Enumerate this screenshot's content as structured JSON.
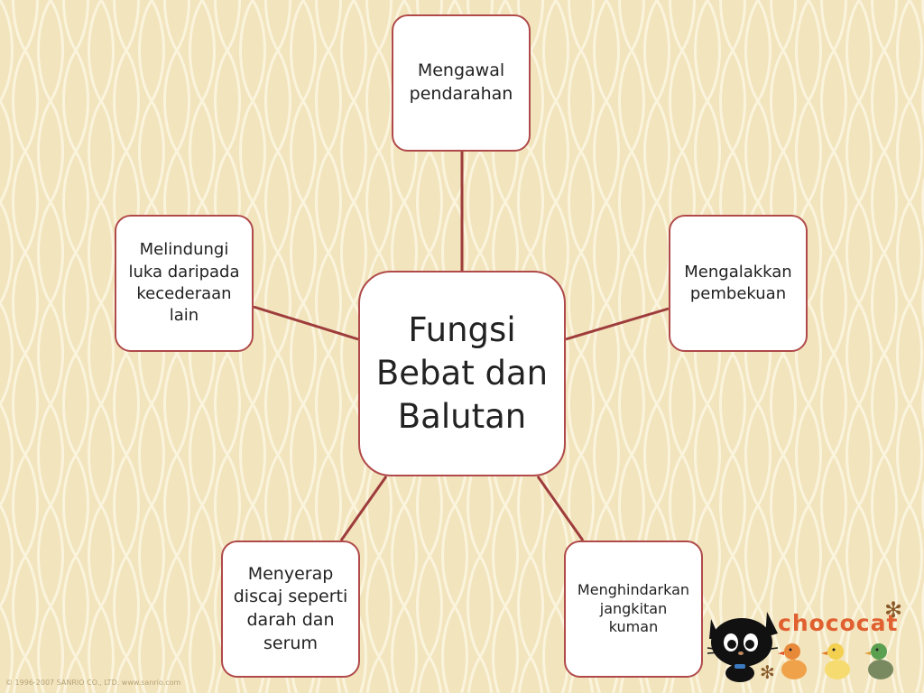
{
  "diagram": {
    "center": {
      "label": "Fungsi\nBebat dan\nBalutan"
    },
    "nodes": [
      {
        "id": "top",
        "label": "Mengawal\npendarahan"
      },
      {
        "id": "right",
        "label": "Mengalakkan\npembekuan"
      },
      {
        "id": "bottom-right",
        "label": "Menghindarkan\njangkitan\nkuman"
      },
      {
        "id": "bottom-left",
        "label": "Menyerap\ndiscaj seperti\ndarah dan\nserum"
      },
      {
        "id": "left",
        "label": "Melindungi\nluka daripada\nkecederaan\nlain"
      }
    ]
  },
  "branding": {
    "logo_text": "chococat",
    "copyright": "© 1996-2007 SANRIO CO., LTD.   www.sanrio.com"
  },
  "colors": {
    "background": "#f2e4bd",
    "pattern": "#fbf4dd",
    "node_border": "#b04a4a",
    "connector": "#9e3c3c",
    "logo": "#e06030"
  },
  "icons": {
    "mascot": "black-cat-icon",
    "ducks": "duck-icons"
  }
}
